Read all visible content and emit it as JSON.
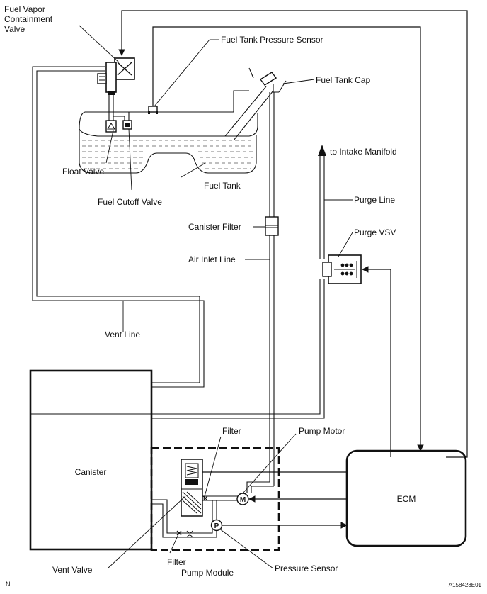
{
  "labels": {
    "fuel_vapor_containment_valve": [
      "Fuel Vapor",
      "Containment",
      "Valve"
    ],
    "fuel_tank_pressure_sensor": "Fuel Tank Pressure Sensor",
    "fuel_tank_cap": "Fuel Tank Cap",
    "float_valve": "Float Valve",
    "fuel_tank": "Fuel Tank",
    "fuel_cutoff_valve": "Fuel Cutoff Valve",
    "to_intake_manifold": "to Intake Manifold",
    "purge_line": "Purge Line",
    "canister_filter": "Canister Filter",
    "purge_vsv": "Purge VSV",
    "air_inlet_line": "Air Inlet Line",
    "vent_line": "Vent Line",
    "canister": "Canister",
    "filter_top": "Filter",
    "pump_motor": "Pump Motor",
    "ecm": "ECM",
    "vent_valve": "Vent Valve",
    "filter_bottom": "Filter",
    "pump_module": "Pump Module",
    "pressure_sensor": "Pressure Sensor",
    "motor_symbol": "M",
    "pressure_symbol": "P"
  },
  "corner_letter": "N",
  "figure_code": "A158423E01"
}
